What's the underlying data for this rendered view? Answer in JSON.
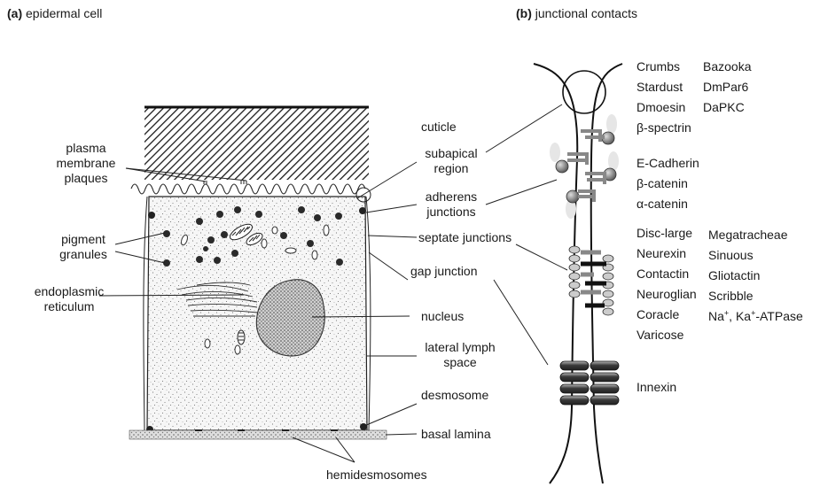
{
  "panel_a": {
    "letter": "(a)",
    "title": "epidermal cell",
    "labels": {
      "plasma_membrane_plaques": [
        "plasma",
        "membrane",
        "plaques"
      ],
      "pigment_granules": [
        "pigment",
        "granules"
      ],
      "endoplasmic_reticulum": [
        "endoplasmic",
        "reticulum"
      ],
      "cuticle": "cuticle",
      "subapical_region": [
        "subapical",
        "region"
      ],
      "adherens_junctions": [
        "adherens",
        "junctions"
      ],
      "septate_junctions": "septate junctions",
      "gap_junction": "gap junction",
      "nucleus": "nucleus",
      "lateral_lymph_space": [
        "lateral lymph",
        "space"
      ],
      "desmosome": "desmosome",
      "basal_lamina": "basal lamina",
      "hemidesmosomes": "hemidesmosomes"
    }
  },
  "panel_b": {
    "letter": "(b)",
    "title": "junctional contacts",
    "subapical_col1": [
      "Crumbs",
      "Stardust",
      "Dmoesin",
      "β-spectrin"
    ],
    "subapical_col2": [
      "Bazooka",
      "DmPar6",
      "DaPKC"
    ],
    "adherens": [
      "E-Cadherin",
      "β-catenin",
      "α-catenin"
    ],
    "septate_col1": [
      "Disc-large",
      "Neurexin",
      "Contactin",
      "Neuroglian",
      "Coracle",
      "Varicose"
    ],
    "septate_col2": [
      "Megatracheae",
      "Sinuous",
      "Gliotactin",
      "Scribble"
    ],
    "septate_col2_atpase": {
      "na": "Na",
      "plus1": "+",
      "ka": ", Ka",
      "plus2": "+",
      "rest": "-ATPase"
    },
    "gap": [
      "Innexin"
    ]
  }
}
